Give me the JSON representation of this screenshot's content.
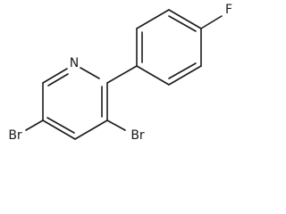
{
  "molecule": {
    "atoms": {
      "nitrogen": "N",
      "fluorine": "F",
      "bromine_left": "Br",
      "bromine_right": "Br"
    }
  },
  "colors": {
    "bond": "#1a1a1a",
    "label": "#1a1a1a",
    "background": "#ffffff"
  }
}
